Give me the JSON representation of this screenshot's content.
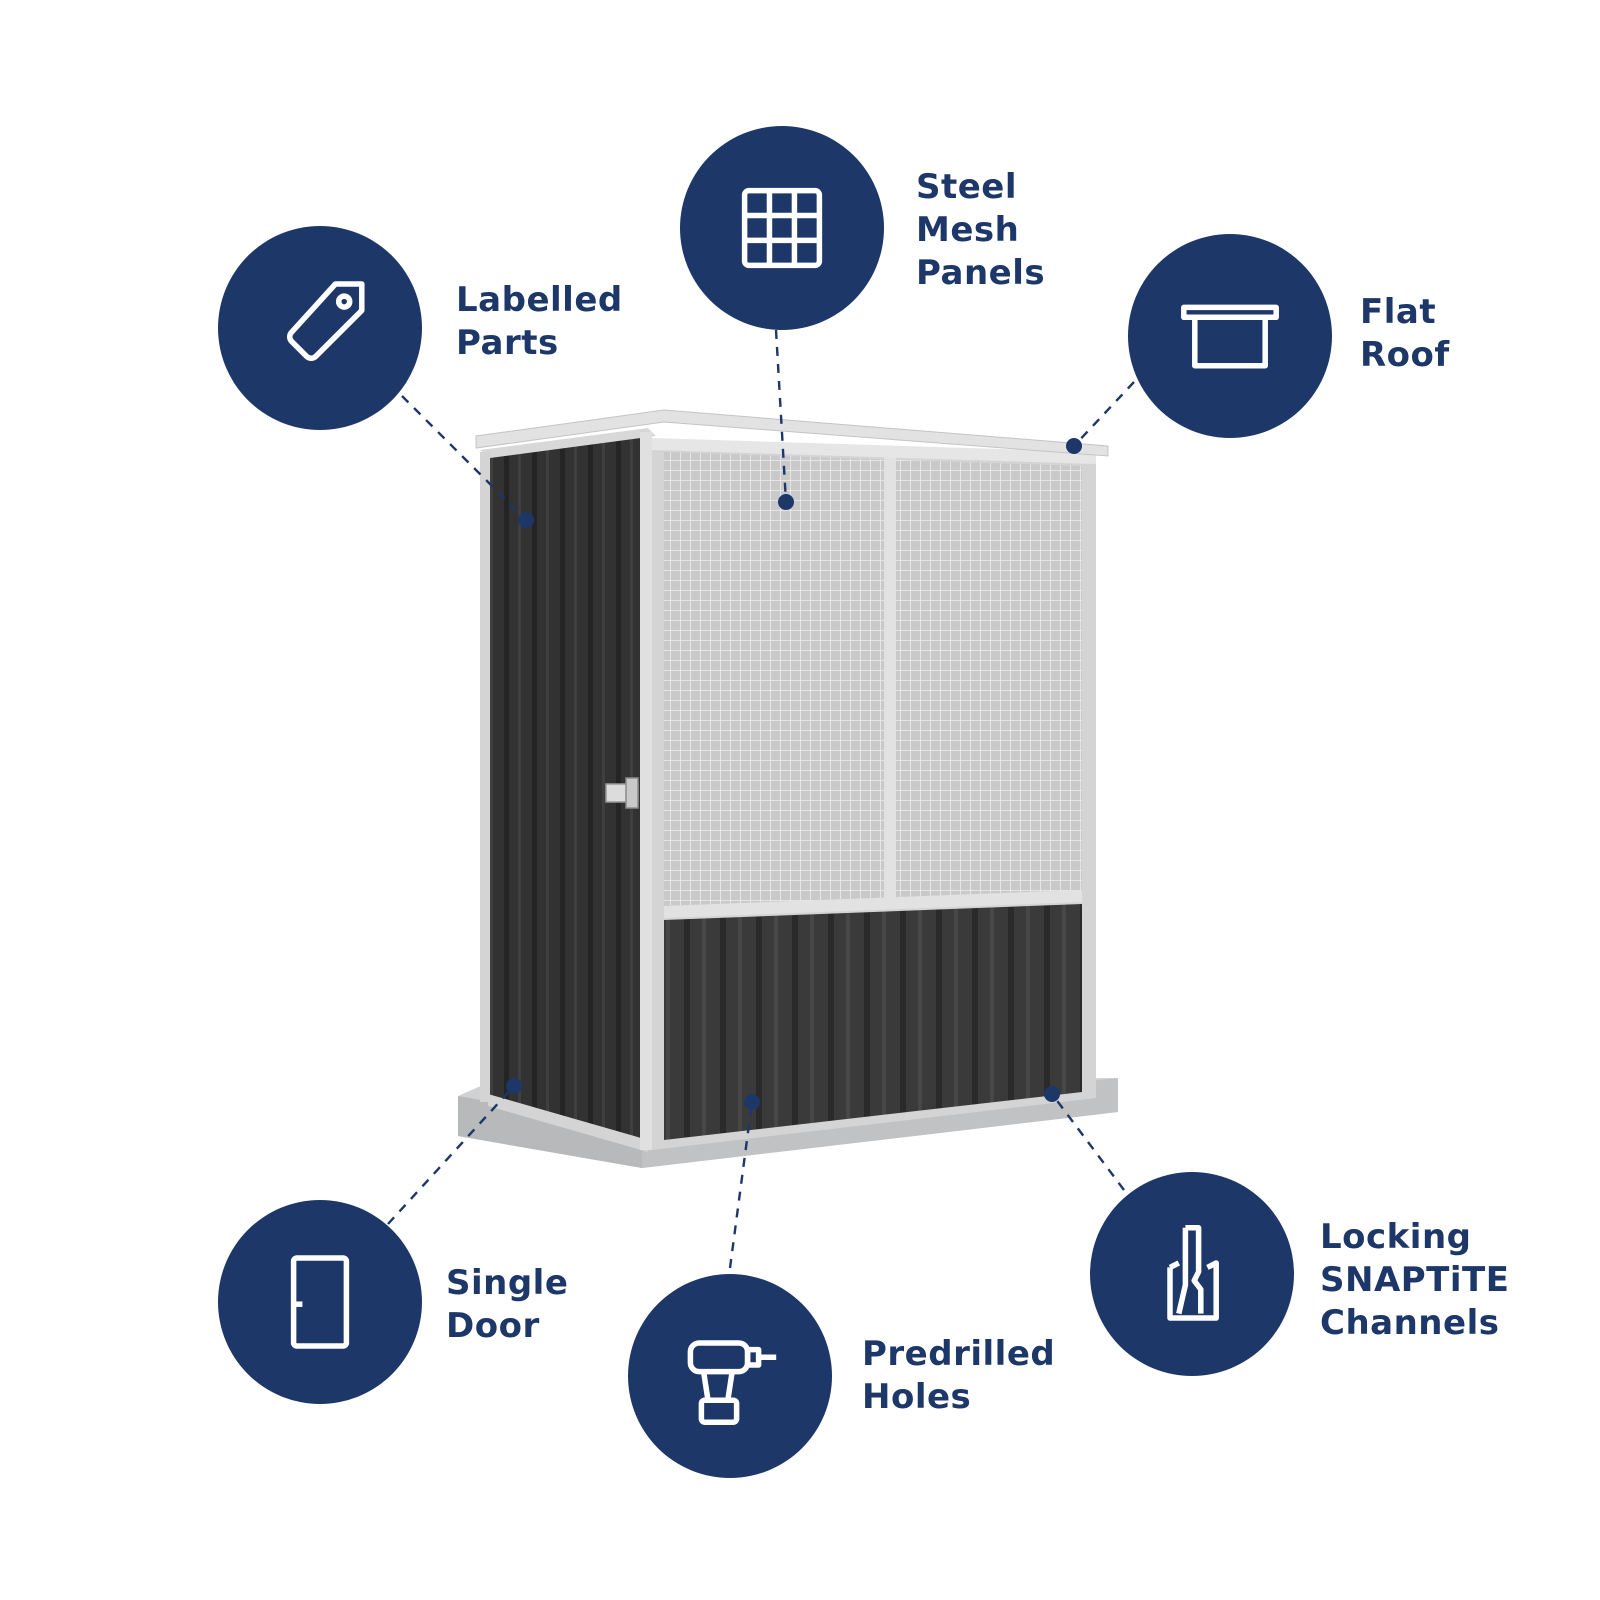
{
  "brand_color": "#1d3769",
  "features": [
    {
      "id": "labelled-parts",
      "icon": "tag-icon",
      "lines": [
        "Labelled",
        "Parts"
      ]
    },
    {
      "id": "steel-mesh-panels",
      "icon": "grid-icon",
      "lines": [
        "Steel",
        "Mesh",
        "Panels"
      ]
    },
    {
      "id": "flat-roof",
      "icon": "flat-roof-icon",
      "lines": [
        "Flat",
        "Roof"
      ]
    },
    {
      "id": "single-door",
      "icon": "door-icon",
      "lines": [
        "Single",
        "Door"
      ]
    },
    {
      "id": "predrilled-holes",
      "icon": "drill-icon",
      "lines": [
        "Predrilled",
        "Holes"
      ]
    },
    {
      "id": "locking-snaptite-channels",
      "icon": "channel-icon",
      "lines": [
        "Locking",
        "SNAPTiTE",
        "Channels"
      ]
    }
  ]
}
